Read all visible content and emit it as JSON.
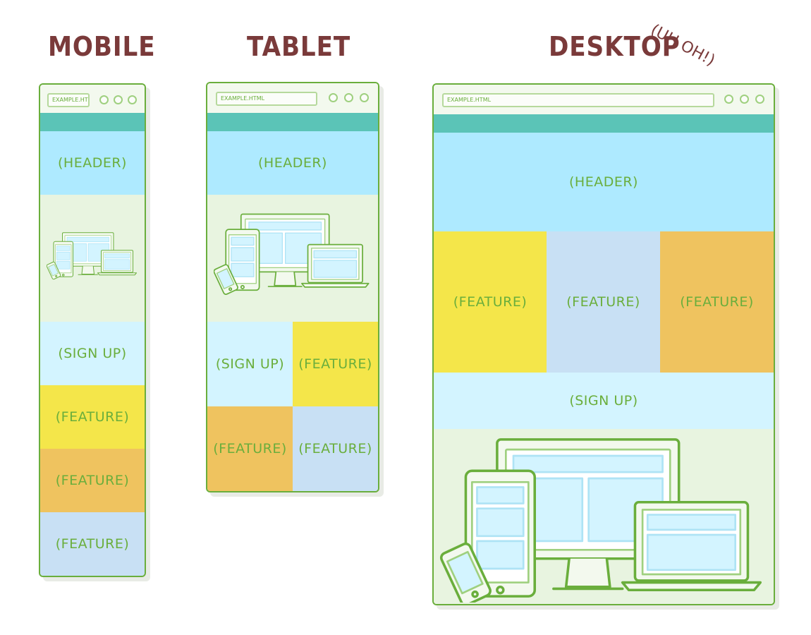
{
  "titles": {
    "mobile": "MOBILE",
    "tablet": "TABLET",
    "desktop": "DESKTOP",
    "note": "(UH OH!)"
  },
  "mobile": {
    "url": "EXAMPLE.HT",
    "blocks": [
      "(HEADER)",
      "(SIGN UP)",
      "(FEATURE)",
      "(FEATURE)",
      "(FEATURE)"
    ]
  },
  "tablet": {
    "url": "EXAMPLE.HTML",
    "blocks": [
      "(HEADER)",
      "(SIGN UP)",
      "(FEATURE)",
      "(FEATURE)",
      "(FEATURE)"
    ]
  },
  "desktop": {
    "url": "EXAMPLE.HTML",
    "blocks": [
      "(HEADER)",
      "(FEATURE)",
      "(FEATURE)",
      "(FEATURE)",
      "(SIGN UP)"
    ]
  },
  "colors": {
    "outline": "#6aae3c",
    "title": "#7a3a3a",
    "teal": "#5bc4b7",
    "header": "#aeeaff",
    "signup": "#d3f4ff",
    "yellow": "#f4e64a",
    "orange": "#efc35f",
    "blue": "#c8e0f4",
    "devices_bg": "#e8f4e0"
  },
  "icons": [
    "devices-illustration-icon"
  ]
}
